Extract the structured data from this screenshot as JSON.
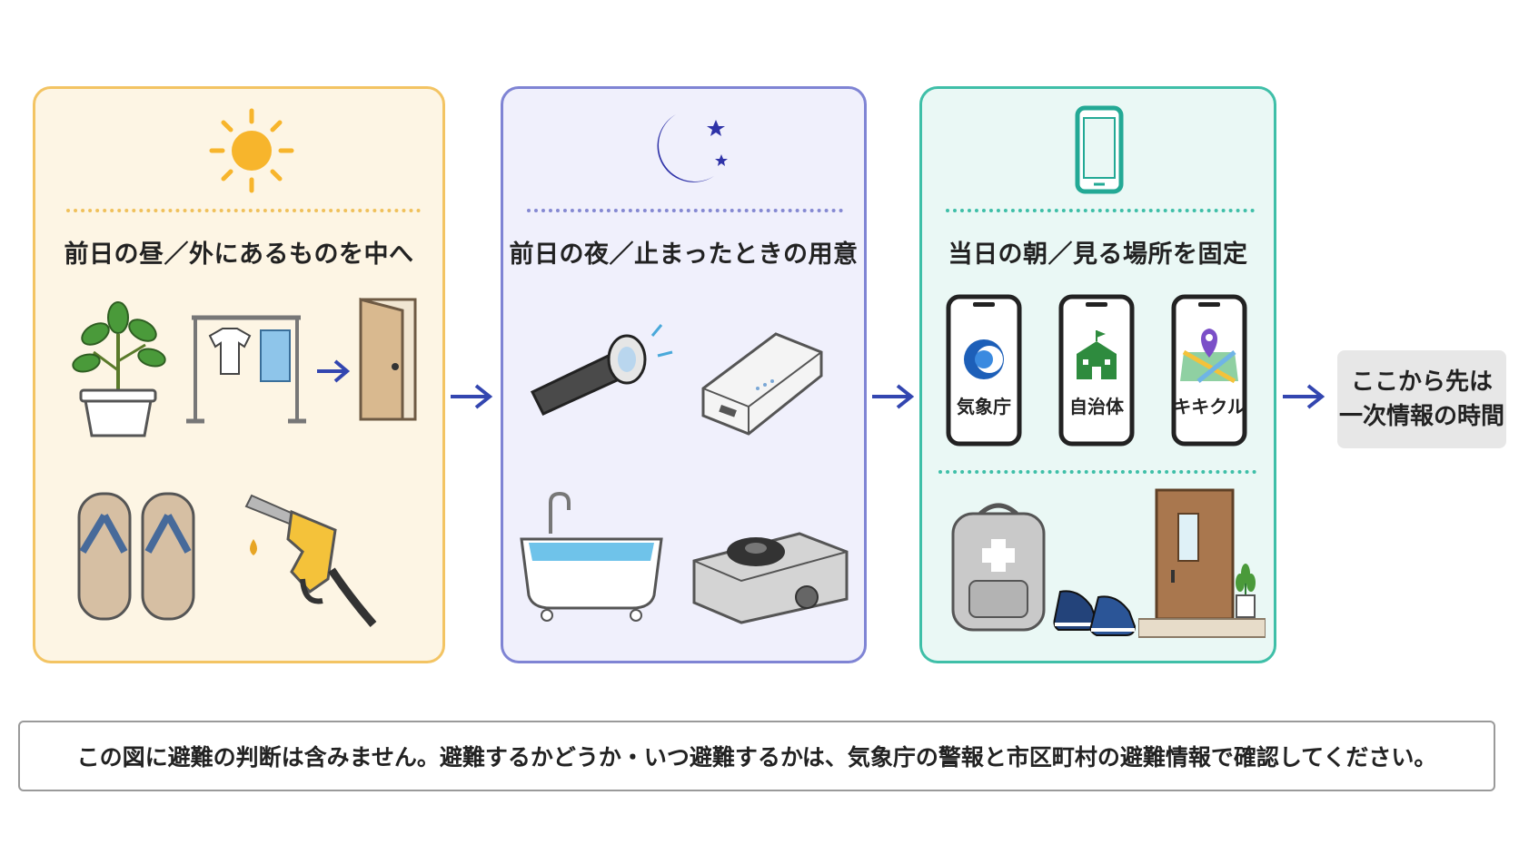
{
  "panels": [
    {
      "title": "前日の昼／外にあるものを中へ"
    },
    {
      "title": "前日の夜／止まったときの用意"
    },
    {
      "title": "当日の朝／見る場所を固定"
    }
  ],
  "apps": [
    {
      "label": "気象庁"
    },
    {
      "label": "自治体"
    },
    {
      "label": "キキクル"
    }
  ],
  "next_step": {
    "line1": "ここから先は",
    "line2": "一次情報の時間"
  },
  "footer_note": "この図に避難の判断は含みません。避難するかどうか・いつ避難するかは、気象庁の警報と市区町村の避難情報で確認してください。",
  "colors": {
    "panel1_border": "#f3c463",
    "panel2_border": "#7f84d4",
    "panel3_border": "#3fbfa8",
    "arrow": "#3346b0"
  }
}
